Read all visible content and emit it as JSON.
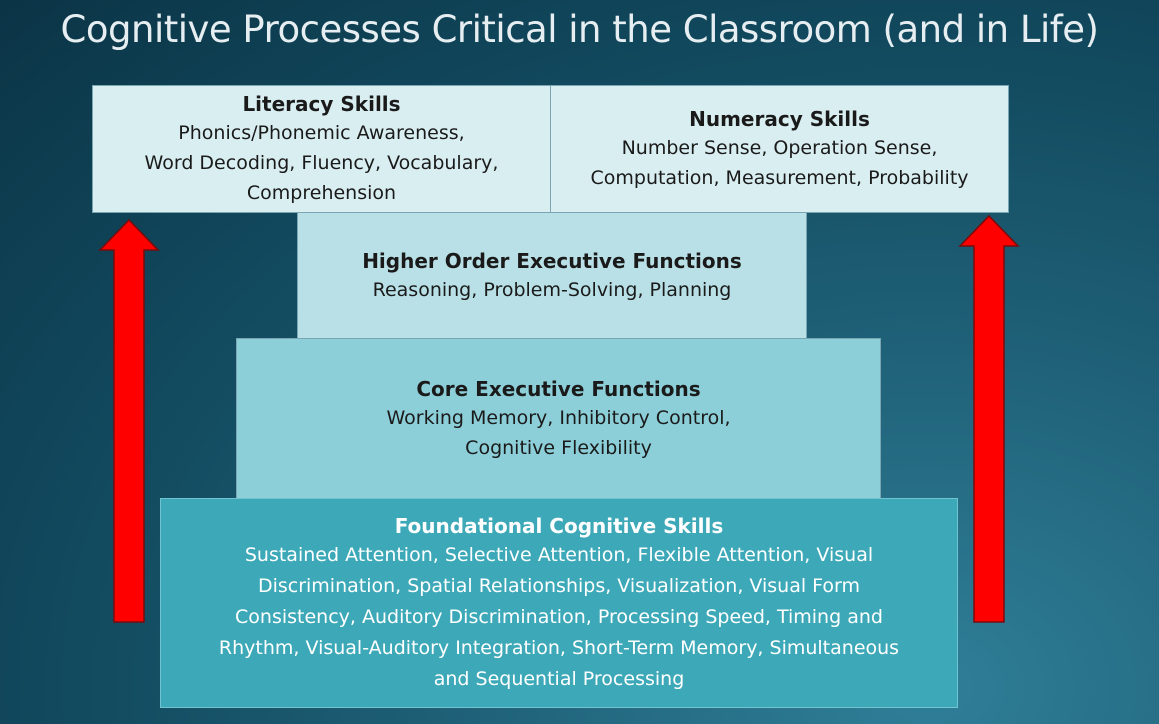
{
  "title": "Cognitive Processes Critical in the Classroom (and in Life)",
  "boxes": {
    "literacy": {
      "heading": "Literacy Skills",
      "lines": [
        "Phonics/Phonemic Awareness,",
        "Word Decoding, Fluency, Vocabulary,",
        "Comprehension"
      ]
    },
    "numeracy": {
      "heading": "Numeracy Skills",
      "lines": [
        "Number Sense, Operation Sense,",
        "Computation, Measurement, Probability"
      ]
    },
    "higher": {
      "heading": "Higher Order Executive Functions",
      "lines": [
        "Reasoning, Problem-Solving, Planning"
      ]
    },
    "core": {
      "heading": "Core Executive Functions",
      "lines": [
        "Working Memory, Inhibitory Control,",
        "Cognitive Flexibility"
      ]
    },
    "foundational": {
      "heading": "Foundational Cognitive Skills",
      "lines": [
        "Sustained Attention, Selective Attention, Flexible Attention, Visual",
        "Discrimination, Spatial Relationships, Visualization, Visual Form",
        "Consistency, Auditory Discrimination, Processing Speed, Timing and",
        "Rhythm, Visual-Auditory Integration, Short-Term Memory, Simultaneous",
        "and Sequential Processing"
      ]
    }
  },
  "colors": {
    "arrow": "#ff0000",
    "title": "#e6eef1"
  }
}
